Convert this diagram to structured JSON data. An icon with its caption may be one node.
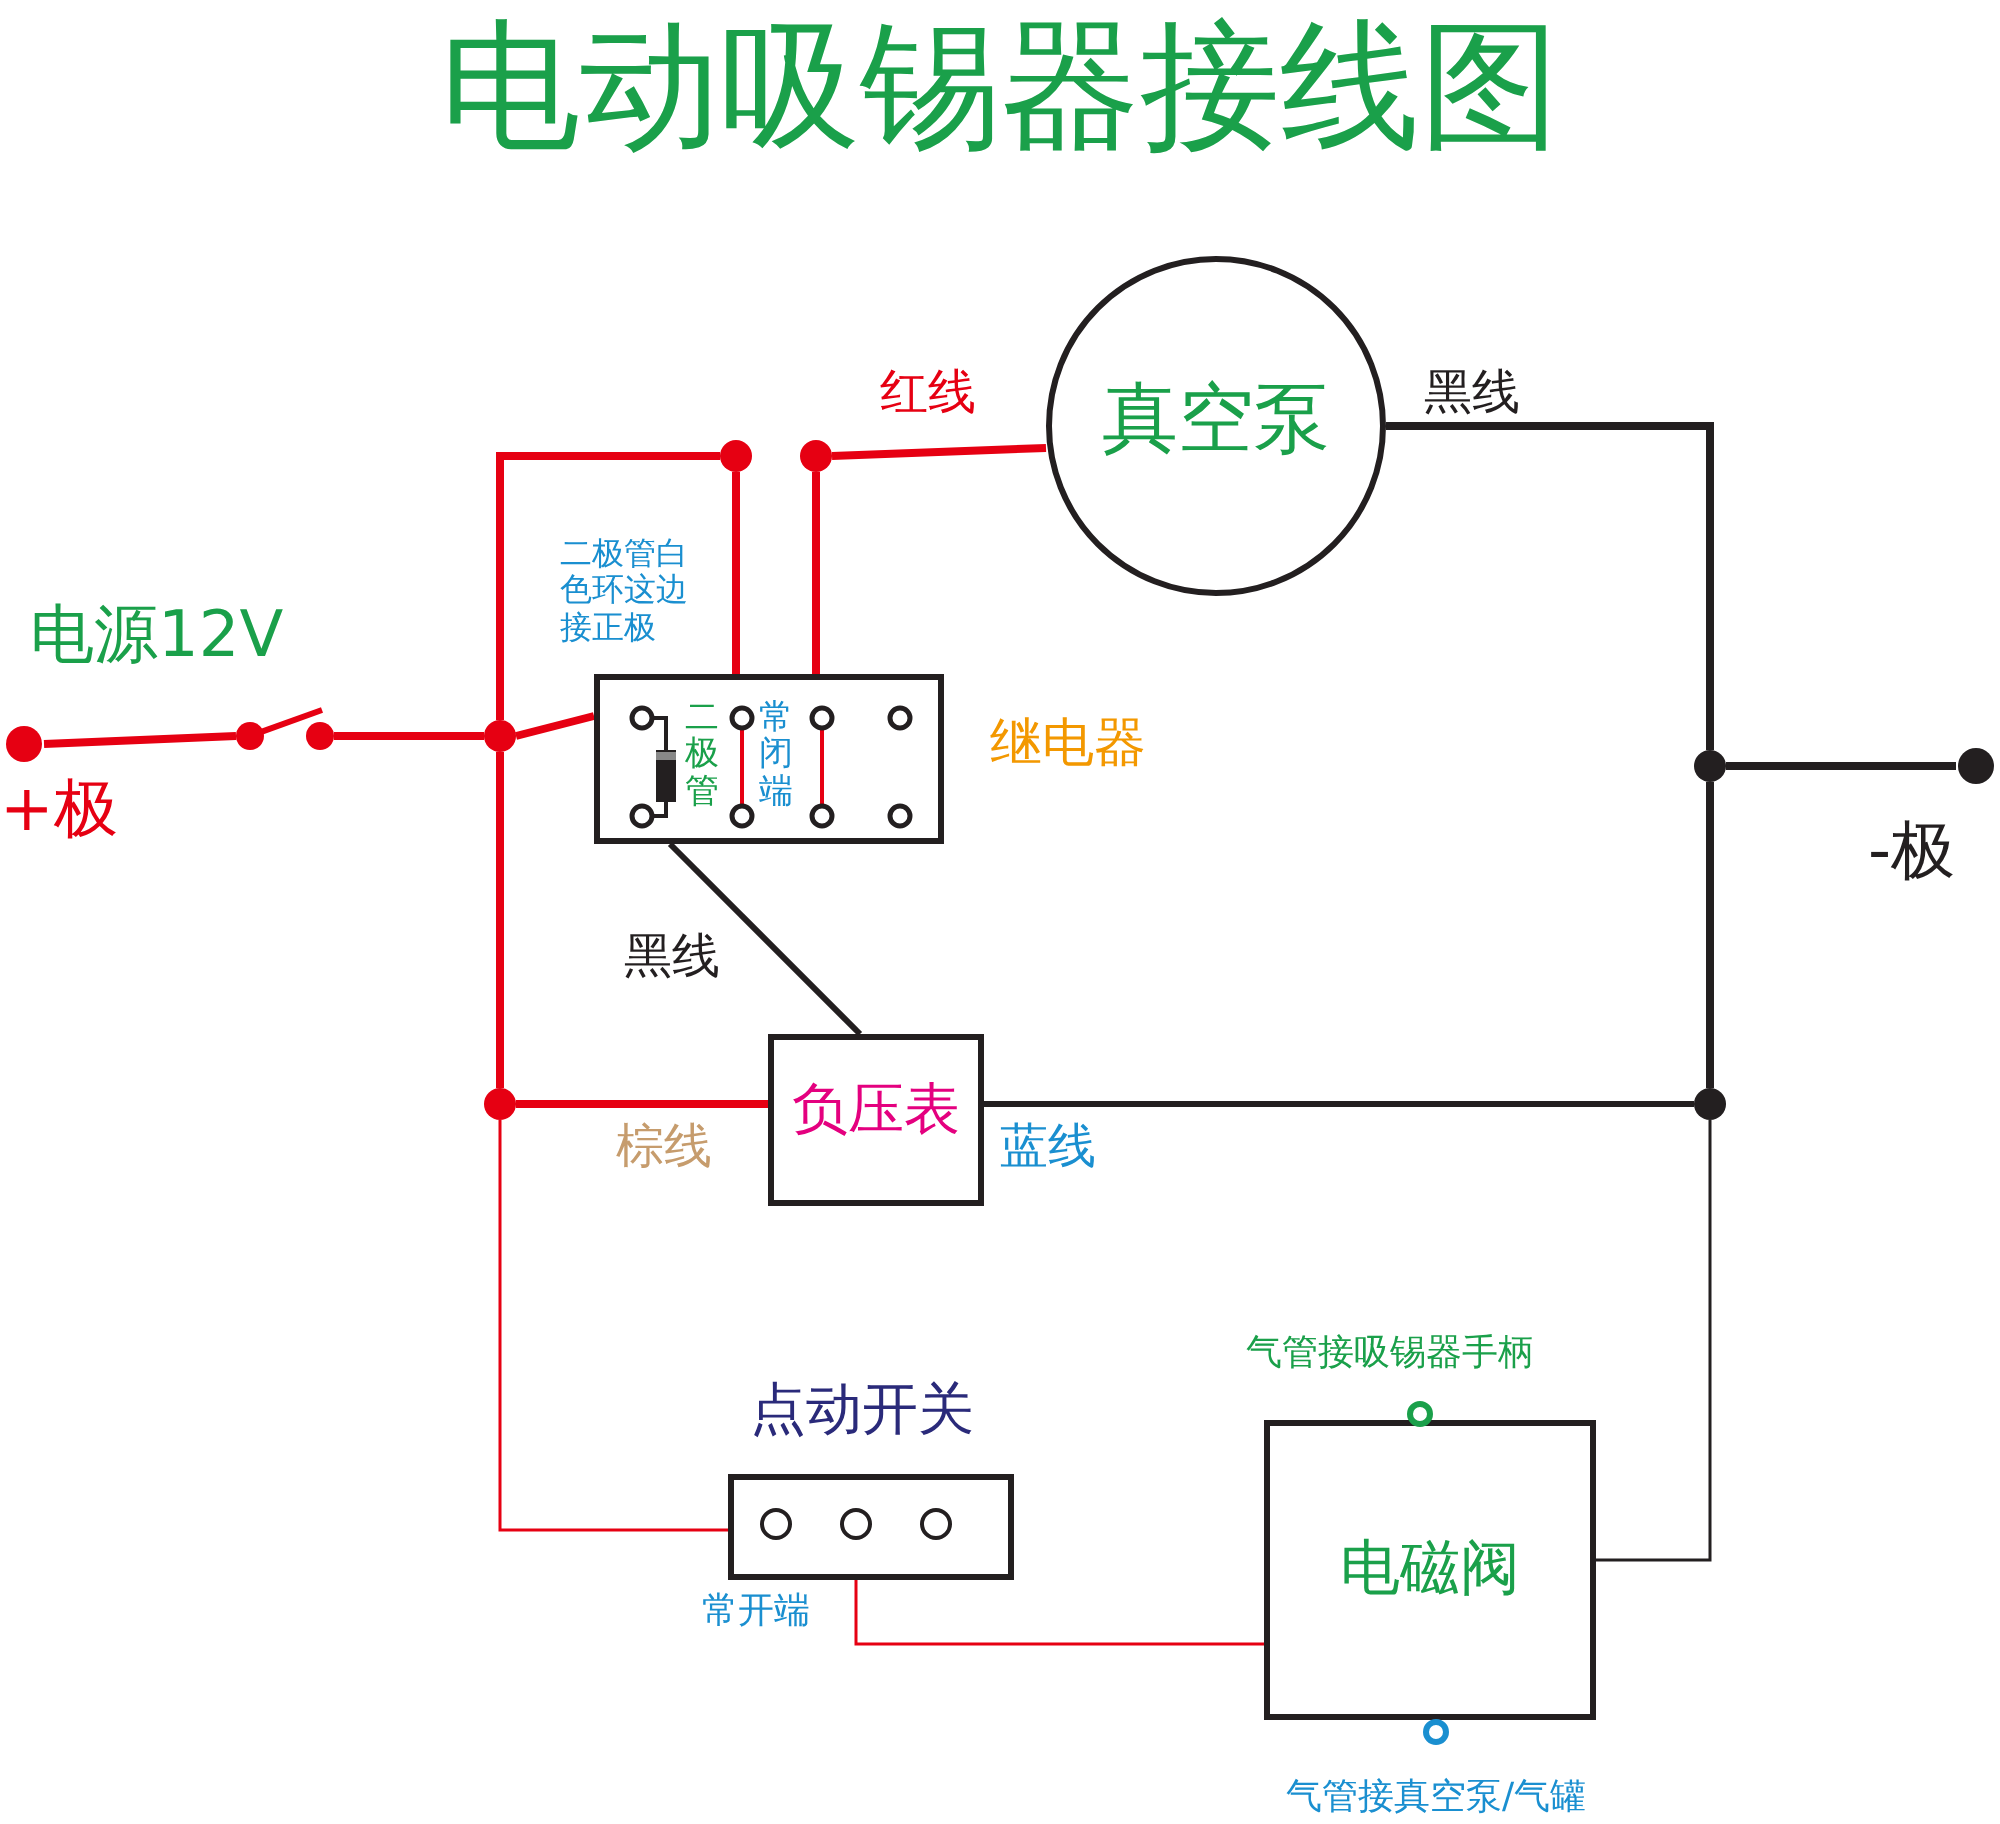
{
  "diagram": {
    "title": "电动吸锡器接线图",
    "nodes": [
      {
        "text": [
          "真空泵"
        ]
      },
      {
        "text": [
          "二极管",
          "常闭端",
          "继电器"
        ]
      },
      {
        "text": [
          "负压表"
        ]
      },
      {
        "text": [
          "点动开关"
        ],
        "beside": [
          "常开端"
        ]
      },
      {
        "text": [
          "电磁阀"
        ],
        "beside": [
          "气管接吸锡器手柄",
          "气管接真空泵/气罐"
        ]
      },
      {
        "text": [
          "+极"
        ]
      },
      {
        "text": [
          "电源12V"
        ]
      },
      {
        "text": [
          "-极"
        ]
      },
      {
        "text": [],
        "shape": "circle"
      },
      {
        "text": [],
        "shape": "circle"
      },
      {
        "text": [],
        "shape": "circle"
      },
      {
        "text": [],
        "shape": "circle"
      },
      {
        "text": [],
        "shape": "circle"
      },
      {
        "text": [],
        "shape": "circle"
      }
    ],
    "edges": [
      {
        "from": 5,
        "to": 6,
        "arrow": "none"
      },
      {
        "from": 6,
        "to": 8,
        "arrow": "none"
      },
      {
        "from": 8,
        "to": 1,
        "arrow": "none"
      },
      {
        "from": 8,
        "to": 10,
        "arrow": "none"
      },
      {
        "from": 10,
        "to": 1,
        "arrow": "none"
      },
      {
        "from": 1,
        "to": 11,
        "arrow": "none"
      },
      {
        "from": 11,
        "to": 0,
        "arrow": "none",
        "label": "红线"
      },
      {
        "from": 0,
        "to": 12,
        "arrow": "none",
        "label": "黑线",
        "color": "#231f20"
      },
      {
        "from": 12,
        "to": 7,
        "arrow": "none",
        "color": "#231f20"
      },
      {
        "from": 1,
        "to": 2,
        "arrow": "none",
        "label": "黑线",
        "color": "#231f20"
      },
      {
        "from": 8,
        "to": 9,
        "arrow": "none"
      },
      {
        "from": 9,
        "to": 2,
        "arrow": "none",
        "label": "棕线"
      },
      {
        "from": 2,
        "to": 13,
        "arrow": "none",
        "label": "蓝线",
        "color": "#231f20"
      },
      {
        "from": 13,
        "to": 12,
        "arrow": "none",
        "color": "#231f20"
      },
      {
        "from": 9,
        "to": 3,
        "arrow": "none"
      },
      {
        "from": 3,
        "to": 4,
        "arrow": "none"
      },
      {
        "from": 4,
        "to": 13,
        "arrow": "none",
        "color": "#231f20"
      }
    ],
    "labels": [
      "二极管白色环这边接正极"
    ]
  }
}
